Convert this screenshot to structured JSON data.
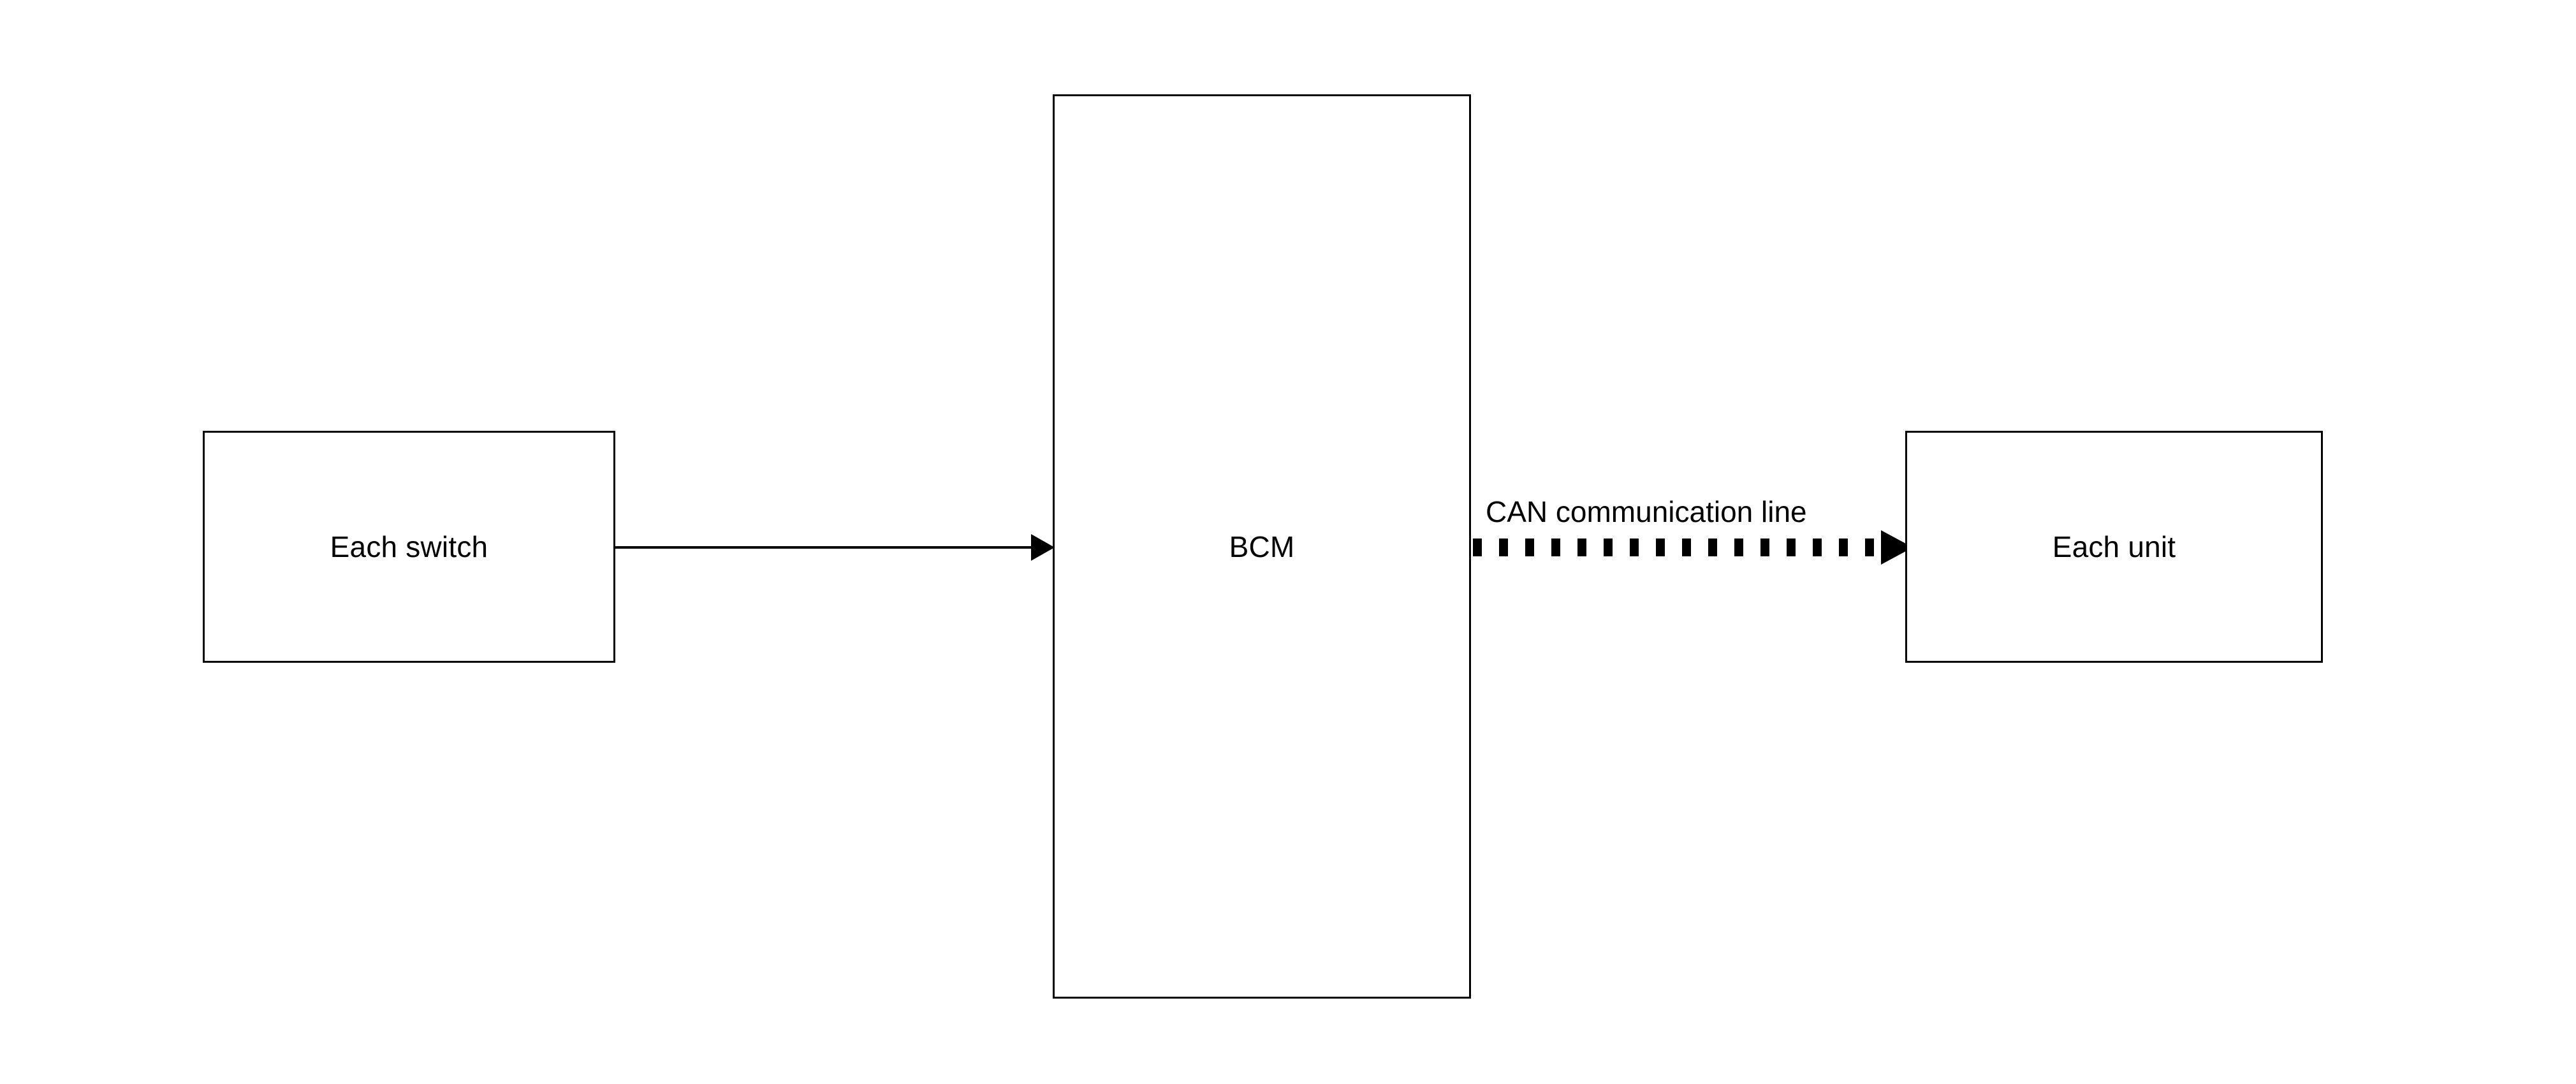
{
  "diagram": {
    "type": "block-diagram",
    "background_color": "#ffffff",
    "line_color": "#000000",
    "blocks": [
      {
        "id": "each-switch",
        "label": "Each switch"
      },
      {
        "id": "bcm",
        "label": "BCM"
      },
      {
        "id": "each-unit",
        "label": "Each unit"
      }
    ],
    "connections": [
      {
        "id": "switch-to-bcm",
        "from": "each-switch",
        "to": "bcm",
        "style": "solid",
        "label": "",
        "arrowhead": "filled-triangle"
      },
      {
        "id": "bcm-to-unit",
        "from": "bcm",
        "to": "each-unit",
        "style": "thick-dashed",
        "label": "CAN communication line",
        "arrowhead": "filled-triangle"
      }
    ]
  }
}
